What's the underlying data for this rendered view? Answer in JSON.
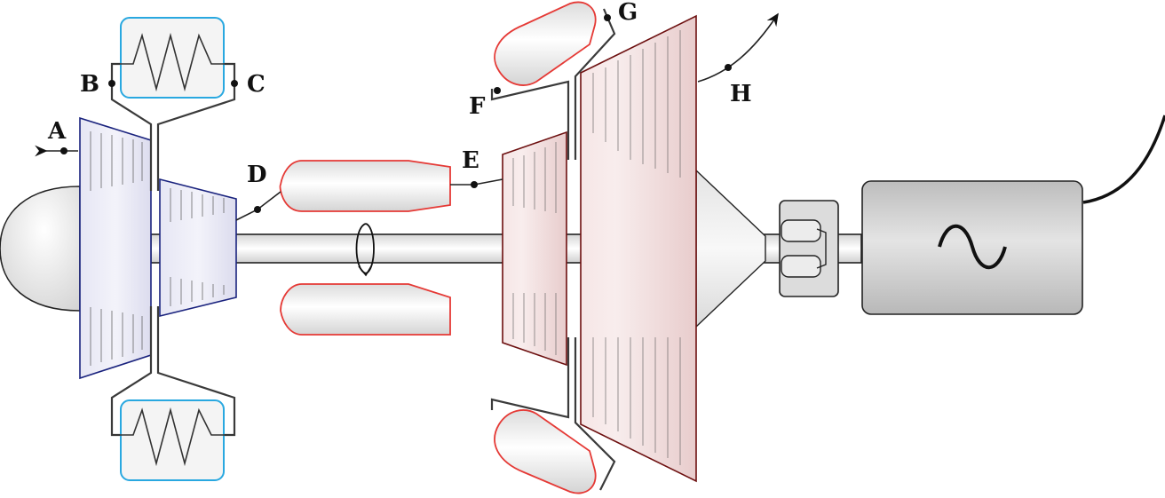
{
  "labels": {
    "A": "A",
    "B": "B",
    "C": "C",
    "D": "D",
    "E": "E",
    "F": "F",
    "G": "G",
    "H": "H"
  },
  "colors": {
    "compressor": "#1a237e",
    "turbine": "#6d1010",
    "combustor": "#e53935",
    "heat_exchanger": "#29a8e0",
    "housing": "#cfcfcf"
  },
  "icons": {
    "generator_symbol": "sine-wave-icon",
    "rotation": "rotation-arrow-icon"
  }
}
